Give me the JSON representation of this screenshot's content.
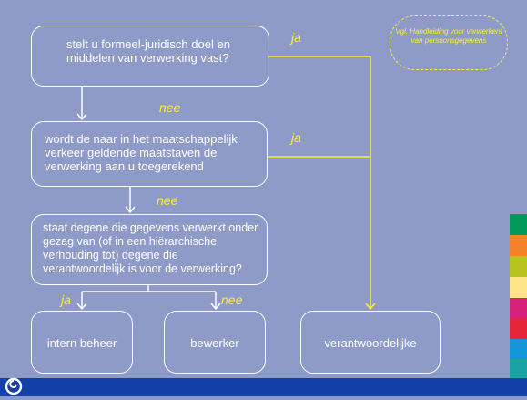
{
  "nodes": {
    "q1": "stelt u formeel-juridisch doel en middelen van verwerking vast?",
    "q2": "wordt de naar in het maatschappelijk verkeer geldende maatstaven de verwerking aan u toegerekend",
    "q3": "staat degene die gegevens verwerkt onder gezag van (of in een hiërarchische verhouding tot) degene die verantwoordelijk is voor de verwerking?",
    "r1": "intern beheer",
    "r2": "bewerker",
    "r3": "verantwoordelijke"
  },
  "edge_labels": {
    "ja1": "ja",
    "nee1": "nee",
    "ja2": "ja",
    "nee2": "nee",
    "ja3": "ja",
    "nee3": "nee"
  },
  "note": "Vgl. Handleiding voor verwerkers van persoonsgegevens",
  "colors": {
    "background": "#8e9bc8",
    "box_border": "#ffffff",
    "accent_yellow": "#ffee33",
    "bottom_bar": "#1240a8",
    "stripes": [
      "#009a5a",
      "#f4822a",
      "#b8c41c",
      "#fde58a",
      "#d8227a",
      "#e5263a",
      "#1497d8",
      "#1aa3a0",
      "#6aa3d8"
    ]
  },
  "logo_icon": "spiral-logo-icon"
}
